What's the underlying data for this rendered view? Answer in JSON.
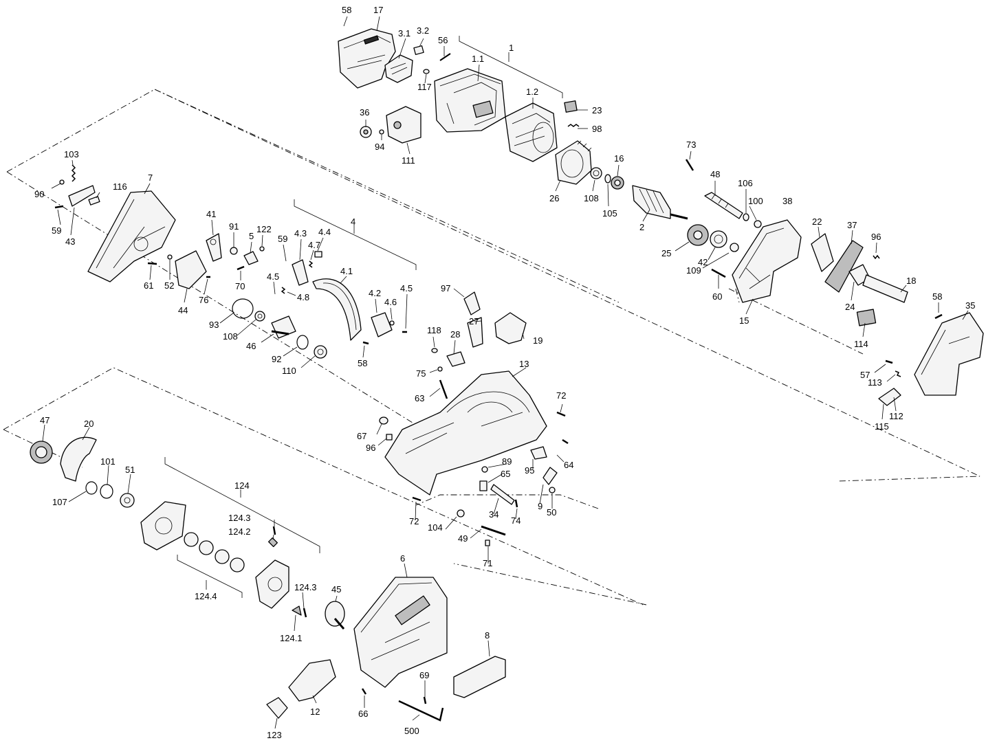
{
  "diagram": {
    "labels": [
      "58",
      "17",
      "3.1",
      "3.2",
      "56",
      "1",
      "1.1",
      "117",
      "1.2",
      "23",
      "98",
      "36",
      "94",
      "111",
      "16",
      "26",
      "108",
      "105",
      "73",
      "48",
      "106",
      "100",
      "38",
      "2",
      "25",
      "42",
      "109",
      "60",
      "15",
      "22",
      "37",
      "96",
      "24",
      "18",
      "58",
      "114",
      "35",
      "57",
      "113",
      "115",
      "112",
      "103",
      "90",
      "116",
      "7",
      "59",
      "43",
      "41",
      "91",
      "5",
      "122",
      "59",
      "4.3",
      "4.4",
      "4.7",
      "4",
      "61",
      "52",
      "70",
      "4.5",
      "4.8",
      "4.1",
      "44",
      "76",
      "93",
      "108",
      "46",
      "92",
      "110",
      "4.2",
      "4.6",
      "4.5",
      "58",
      "97",
      "27",
      "19",
      "118",
      "28",
      "13",
      "75",
      "63",
      "72",
      "67",
      "96",
      "89",
      "65",
      "95",
      "64",
      "9",
      "50",
      "72",
      "34",
      "74",
      "104",
      "49",
      "71",
      "47",
      "20",
      "101",
      "51",
      "107",
      "124",
      "124.3",
      "124.2",
      "124.4",
      "124.3",
      "45",
      "124.1",
      "6",
      "8",
      "69",
      "12",
      "66",
      "500",
      "123"
    ]
  }
}
